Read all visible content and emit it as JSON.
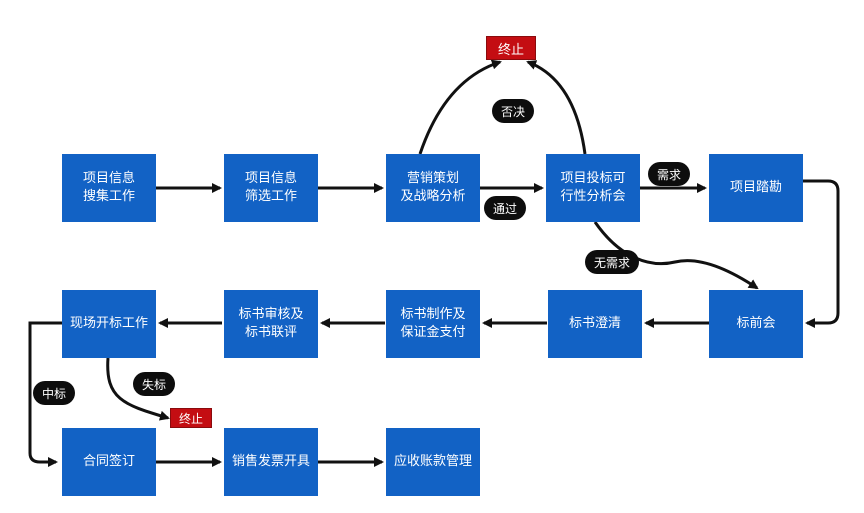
{
  "nodes": {
    "collect": "项目信息\n搜集工作",
    "screen": "项目信息\n筛选工作",
    "strategy": "营销策划\n及战略分析",
    "feasibility": "项目投标可\n行性分析会",
    "survey": "项目踏勘",
    "prebid": "标前会",
    "clarify": "标书澄清",
    "prepare": "标书制作及\n保证金支付",
    "review": "标书审核及\n标书联评",
    "opening": "现场开标工作",
    "contract": "合同签订",
    "invoice": "销售发票开具",
    "receivable": "应收账款管理"
  },
  "terminals": {
    "top": "终止",
    "bottom": "终止"
  },
  "edge_labels": {
    "reject": "否决",
    "pass": "通过",
    "need": "需求",
    "no_need": "无需求",
    "win": "中标",
    "lose": "失标"
  },
  "colors": {
    "node_fill": "#1262c5",
    "terminal_fill": "#c40d12",
    "label_fill": "#0d0d0d",
    "arrow": "#111111"
  }
}
